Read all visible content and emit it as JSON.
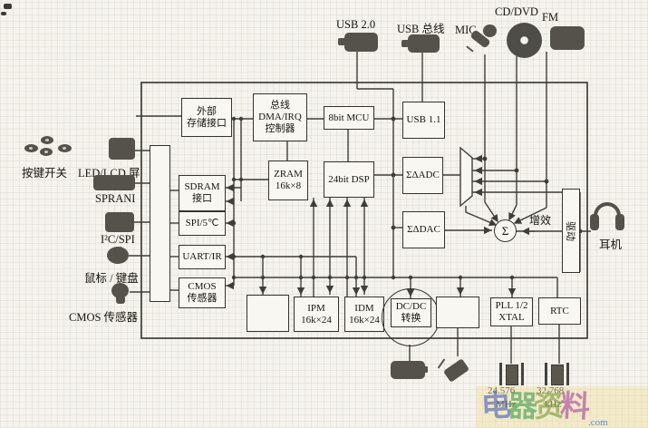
{
  "chip": {
    "blocks": {
      "ext_mem": "外部\n存储接口",
      "bus_dma": "总线\nDMA/IRQ\n控制器",
      "mcu": "8bit MCU",
      "usb11": "USB 1.1",
      "zram": "ZRAM\n16k×8",
      "dsp": "24bit DSP",
      "adc": "ΣΔADC",
      "dac": "ΣΔDAC",
      "sdram": "SDRAM\n接口",
      "spi": "SPI/5℃",
      "uart": "UART/IR",
      "cmos": "CMOS\n传感器",
      "ipm": "IPM\n16k×24",
      "idm": "IDM\n16k×24",
      "dcdc": "DC/DC\n转换",
      "pll": "PLL 1/2\nXTAL",
      "rtc": "RTC",
      "driver": "驱动",
      "gain_label": "增效",
      "sum_symbol": "Σ"
    }
  },
  "peripherals": {
    "left": {
      "keypad": "按键开关",
      "lcd": "LED/LCD 屏",
      "spram": "SPRANI",
      "i2c": "I²C/SPI",
      "mouse": "鼠标 / 键盘",
      "cmos_sensor": "CMOS 传感器"
    },
    "top": {
      "usb2": "USB 2.0",
      "usb_bus": "USB 总线",
      "mic": "MIC",
      "cddvd": "CD/DVD",
      "fm": "FM"
    },
    "right": {
      "headphone": "耳机"
    },
    "bottom": {
      "xtal1_value": "24.576",
      "xtal1_unit": "MHz",
      "xtal2_value": "32.768",
      "xtal2_unit": "kHz"
    }
  },
  "icons": {
    "names": [
      "keypad-buttons-icon",
      "lcd-screen-icon",
      "memory-bar-icon",
      "chip-icon",
      "mouse-icon",
      "webcam-icon",
      "usb-plug-icon",
      "usb-bus-plug-icon",
      "microphone-icon",
      "cd-disc-icon",
      "fm-module-icon",
      "battery-icon",
      "power-plug-icon",
      "crystal-icon",
      "headphones-icon"
    ]
  },
  "colors": {
    "wire": "#3f3d38",
    "icon": "#55524c",
    "paper": "#f4f3ee"
  },
  "watermark": {
    "chars": [
      "电",
      "器",
      "资",
      "料"
    ],
    "char_colors": [
      "#4a63b8",
      "#3f9e4e",
      "#7a9f3a",
      "#a8489c"
    ],
    "suffix": ".com"
  }
}
